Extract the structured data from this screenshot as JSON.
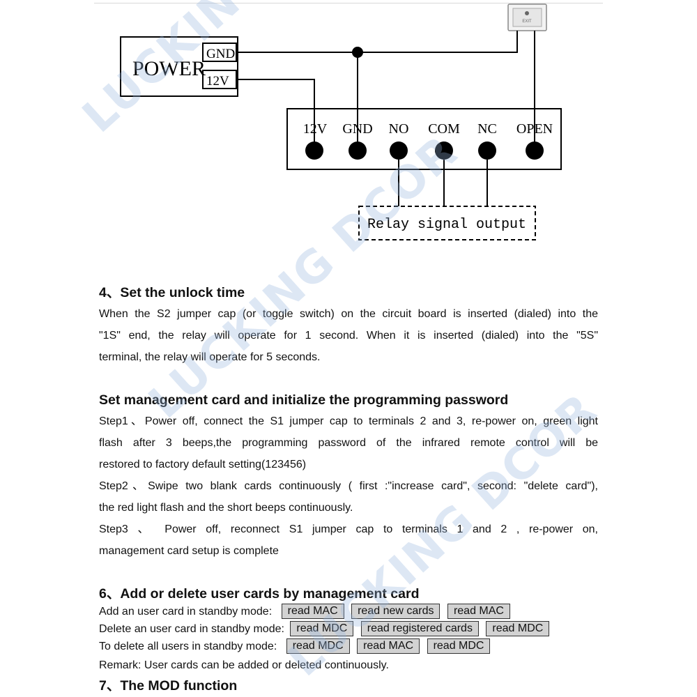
{
  "diagram": {
    "power_label": "POWER",
    "power_gnd": "GND",
    "power_12v": "12V",
    "exit_button_label": "EXIT",
    "terminals": [
      "12V",
      "GND",
      "NO",
      "COM",
      "NC",
      "OPEN"
    ],
    "relay_label": "Relay signal output"
  },
  "section4": {
    "title": "4、Set the unlock time",
    "lines": [
      "When the S2 jumper cap (or toggle switch) on the circuit board is inserted (dialed) into the",
      "\"1S\" end, the relay will operate for 1 second. When it is inserted (dialed) into the \"5S\"",
      "terminal, the relay will operate for 5 seconds."
    ]
  },
  "section5": {
    "title": "Set management card and initialize the programming password",
    "lines": [
      "Step1、Power off, connect the S1 jumper cap to terminals 2 and 3, re-power on, green light",
      "flash after 3 beeps,the programming password of the infrared remote control will be",
      "restored to factory default setting(123456)",
      "Step2、Swipe two blank cards continuously ( first :\"increase card\", second: \"delete card\"),",
      "the red light flash and the short beeps continuously.",
      "Step3 、 Power off, reconnect S1 jumper cap to terminals 1 and 2 , re-power on,",
      "management card setup is complete"
    ]
  },
  "section6": {
    "title": "6、Add or delete user cards by management card",
    "rows": [
      {
        "label": "Add an user card in standby mode:",
        "chips": [
          "read MAC",
          "read new cards",
          "read MAC"
        ]
      },
      {
        "label": "Delete an user card in standby mode:",
        "chips": [
          "read MDC",
          "read registered cards",
          "read MDC"
        ]
      },
      {
        "label": "To delete all users in standby mode:",
        "chips": [
          "read MDC",
          "read MAC",
          "read MDC"
        ]
      }
    ],
    "remark": "Remark: User cards can be added or deleted continuously."
  },
  "section7": {
    "title": "7、The MOD function"
  },
  "watermark": "LUCKING DCOR",
  "colors": {
    "watermark": "#96b4dc",
    "chip_bg": "#d2d2d2",
    "text": "#111111"
  }
}
